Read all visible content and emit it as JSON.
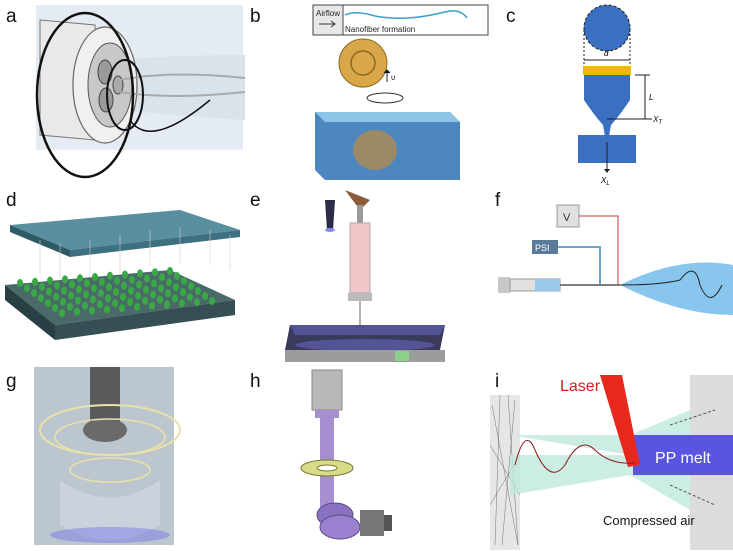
{
  "panels": [
    {
      "id": "a",
      "label": "a"
    },
    {
      "id": "b",
      "label": "b",
      "texts": {
        "airflow": "Airflow",
        "formation": "Nanofiber formation",
        "velocity": "υ"
      }
    },
    {
      "id": "c",
      "label": "c",
      "texts": {
        "d": "d",
        "L": "L",
        "xt": "X",
        "xt_sub": "T",
        "xl": "X",
        "xl_sub": "L"
      }
    },
    {
      "id": "d",
      "label": "d"
    },
    {
      "id": "e",
      "label": "e"
    },
    {
      "id": "f",
      "label": "f",
      "texts": {
        "voltage": "V",
        "pressure": "PSI"
      }
    },
    {
      "id": "g",
      "label": "g"
    },
    {
      "id": "h",
      "label": "h"
    },
    {
      "id": "i",
      "label": "i",
      "texts": {
        "laser": "Laser",
        "melt": "PP melt",
        "air": "Compressed air"
      }
    }
  ],
  "colors": {
    "blue": "#3b6fc1",
    "gold": "#f2b705",
    "teal": "#4a8a9a",
    "green": "#3aa845",
    "laser": "#e8281c",
    "melt": "#5a55e0",
    "purple": "#a58fd0"
  }
}
